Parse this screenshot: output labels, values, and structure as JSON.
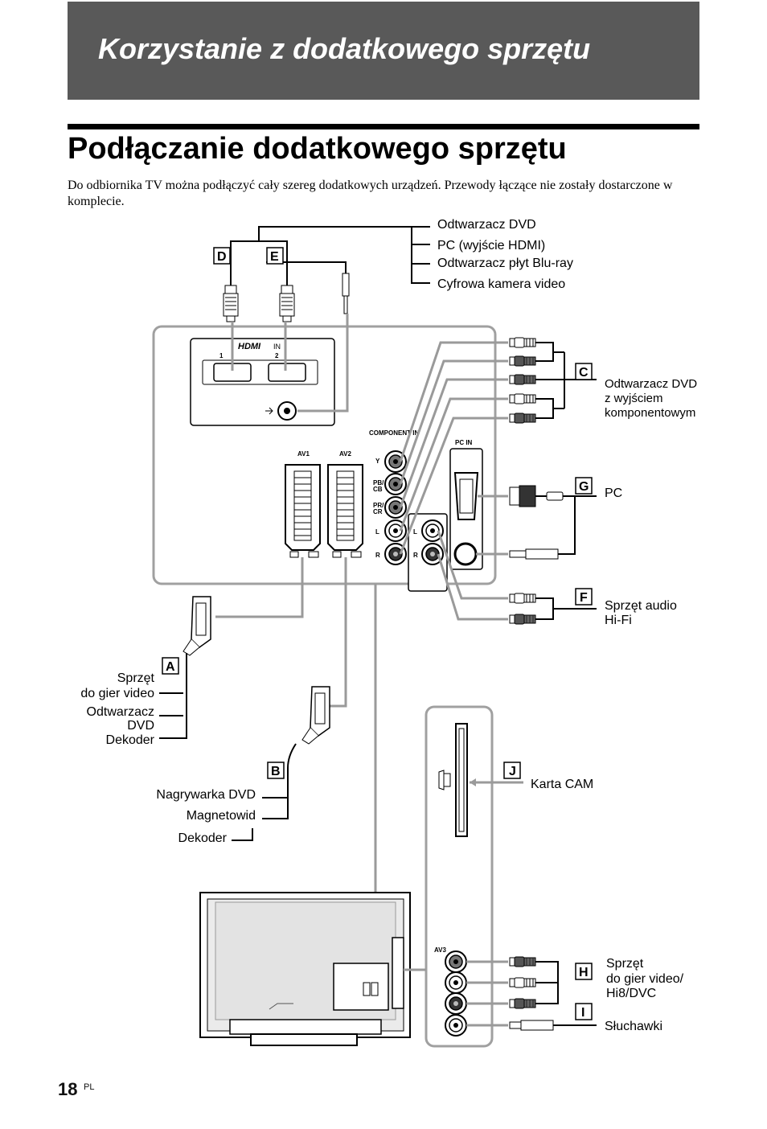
{
  "header": {
    "banner_title": "Korzystanie z dodatkowego sprzętu",
    "title": "Podłączanie dodatkowego sprzętu",
    "intro": "Do odbiornika TV można podłączyć cały szereg dodatkowych urządzeń. Przewody łączące nie zostały dostarczone w komplecie."
  },
  "footer": {
    "page_number": "18",
    "lang": "PL"
  },
  "badges": {
    "A": "A",
    "B": "B",
    "C": "C",
    "D": "D",
    "E": "E",
    "F": "F",
    "G": "G",
    "H": "H",
    "I": "I",
    "J": "J"
  },
  "devices": {
    "hdmi": [
      "Odtwarzacz DVD",
      "PC (wyjście HDMI)",
      "Odtwarzacz płyt Blu-ray",
      "Cyfrowa kamera video"
    ],
    "component": [
      "Odtwarzacz DVD",
      "z wyjściem",
      "komponentowym"
    ],
    "pc": "PC",
    "hifi": [
      "Sprzęt audio",
      "Hi-Fi"
    ],
    "av1": [
      "Sprzęt",
      "do gier video",
      "Odtwarzacz",
      "DVD",
      "Dekoder"
    ],
    "av2": [
      "Nagrywarka DVD",
      "Magnetowid",
      "Dekoder"
    ],
    "cam": "Karta CAM",
    "av3": [
      "Sprzęt",
      "do gier video/",
      "Hi8/DVC"
    ],
    "headphones": "Słuchawki"
  },
  "panel": {
    "hdmi_logo": "HDMI",
    "hdmi_in": "IN",
    "hdmi_port_1": "1",
    "hdmi_port_2": "2",
    "av1": "AV1",
    "av2": "AV2",
    "component": "COMPONENT IN",
    "y": "Y",
    "pb": "PB/",
    "cb": "CB",
    "pr": "PR/",
    "cr": "CR",
    "l": "L",
    "r": "R",
    "pc_in": "PC IN",
    "av3": "AV3"
  }
}
